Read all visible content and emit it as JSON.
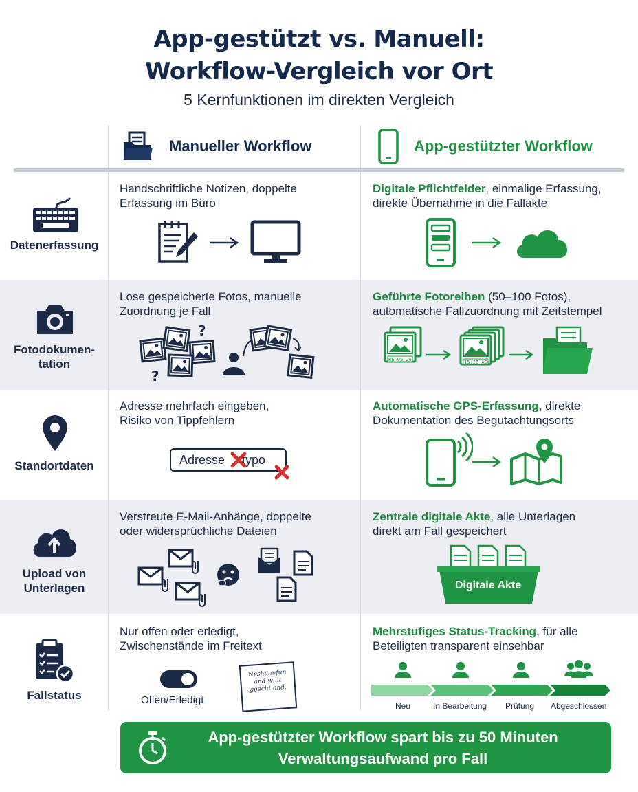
{
  "title": {
    "line1": "App-gestützt vs. Manuell:",
    "line2": "Workflow-Vergleich vor Ort"
  },
  "subtitle": "5 Kernfunktionen im direkten Vergleich",
  "columns": {
    "manual": "Manueller Workflow",
    "app": "App-gestützter Workflow"
  },
  "rows": [
    {
      "label": "Datenerfassung",
      "manual": "Handschriftliche Notizen, doppelte\nErfassung im Büro",
      "app_highlight": "Digitale Pflichtfelder",
      "app_rest": ", einmalige Erfassung,\ndirekte Übernahme in die Fallakte"
    },
    {
      "label": "Fotodokumen-\ntation",
      "manual": "Lose gespeicherte Fotos, manuelle\nZuordnung je Fall",
      "app_highlight": "Geführte Fotoreihen",
      "app_rest": " (50–100 Fotos),\nautomatische Fallzuordnung mit Zeitstempel"
    },
    {
      "label": "Standortdaten",
      "manual": "Adresse mehrfach eingeben,\nRisiko von Tippfehlern",
      "app_highlight": "Automatische GPS-Erfassung",
      "app_rest": ", direkte\nDokumentation des Begutachtungsorts"
    },
    {
      "label": "Upload von\nUnterlagen",
      "manual": "Verstreute E-Mail-Anhänge, doppelte\noder widersprüchliche Dateien",
      "app_highlight": "Zentrale digitale Akte",
      "app_rest": ", alle Unterlagen\ndirekt am Fall gespeichert"
    },
    {
      "label": "Fallstatus",
      "manual": "Nur offen oder erledigt,\nZwischenstände im Freitext",
      "app_highlight": "Mehrstufiges Status-Tracking",
      "app_rest": ", für alle\nBeteiligten transparent einsehbar"
    }
  ],
  "visuals": {
    "photo_stamp_1": "RE 05 26",
    "photo_stamp_2": "15:26 AS",
    "address_before": "Adresse ",
    "address_after": "typo",
    "digital_file": "Digitale Akte",
    "toggle_label": "Offen/Erledigt",
    "handnote": "Neshanufun\nand wint\ngeecht and.",
    "status_steps": [
      "Neu",
      "In Bearbeitung",
      "Prüfung",
      "Abgeschlossen"
    ]
  },
  "banner": {
    "line1": "App-gestützter Workflow spart bis zu 50 Minuten",
    "line2": "Verwaltungsaufwand pro Fall"
  },
  "colors": {
    "navy": "#132a4e",
    "green": "#1f9443",
    "shade": "#eceef3"
  }
}
